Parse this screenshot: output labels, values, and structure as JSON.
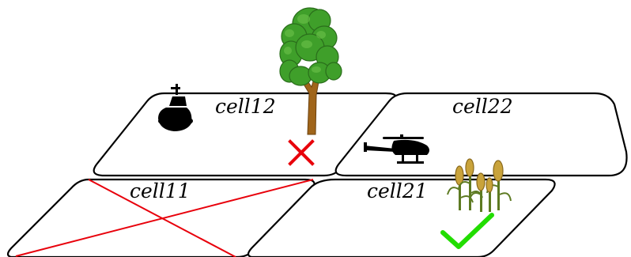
{
  "cells": [
    {
      "id": "cell12",
      "label": "cell12"
    },
    {
      "id": "cell22",
      "label": "cell22"
    },
    {
      "id": "cell11",
      "label": "cell11"
    },
    {
      "id": "cell21",
      "label": "cell21"
    }
  ],
  "colors": {
    "outline": "#000000",
    "cross": "#e8000b",
    "check": "#22dd00",
    "tree_foliage": "#3f9f2a",
    "tree_trunk": "#a0651a",
    "corn": "#c9a33b"
  },
  "icons": {
    "robot": "ground-robot-icon",
    "helicopter": "helicopter-icon",
    "tree": "tree-icon",
    "corn": "corn-icon",
    "reject": "red-x-icon",
    "accept": "green-checkmark-icon",
    "eliminated": "cell-crossed-out"
  }
}
